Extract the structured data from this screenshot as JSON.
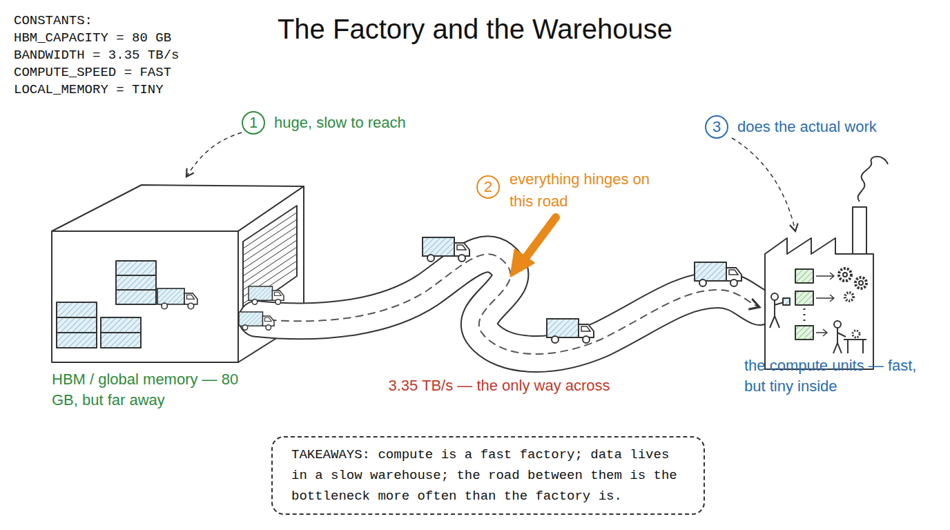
{
  "diagram": {
    "title": "The Factory and the Warehouse",
    "nodes": [
      {
        "text": [
          "TAKEAWAYS: compute is a fast factory; data lives in a slow warehouse; the road between them is the bottleneck more often than the factory is."
        ]
      }
    ],
    "labels": [
      "CONSTANTS:",
      "HBM_CAPACITY = 80 GB",
      "BANDWIDTH = 3.35 TB/s",
      "COMPUTE_SPEED = FAST",
      "LOCAL_MEMORY = TINY",
      "1",
      "huge, slow to reach",
      "2",
      "everything hinges on this road",
      "3",
      "does the actual work",
      "HBM / global memory — 80 GB, but far away",
      "3.35 TB/s — the only way across",
      "the compute units — fast, but tiny inside"
    ]
  }
}
